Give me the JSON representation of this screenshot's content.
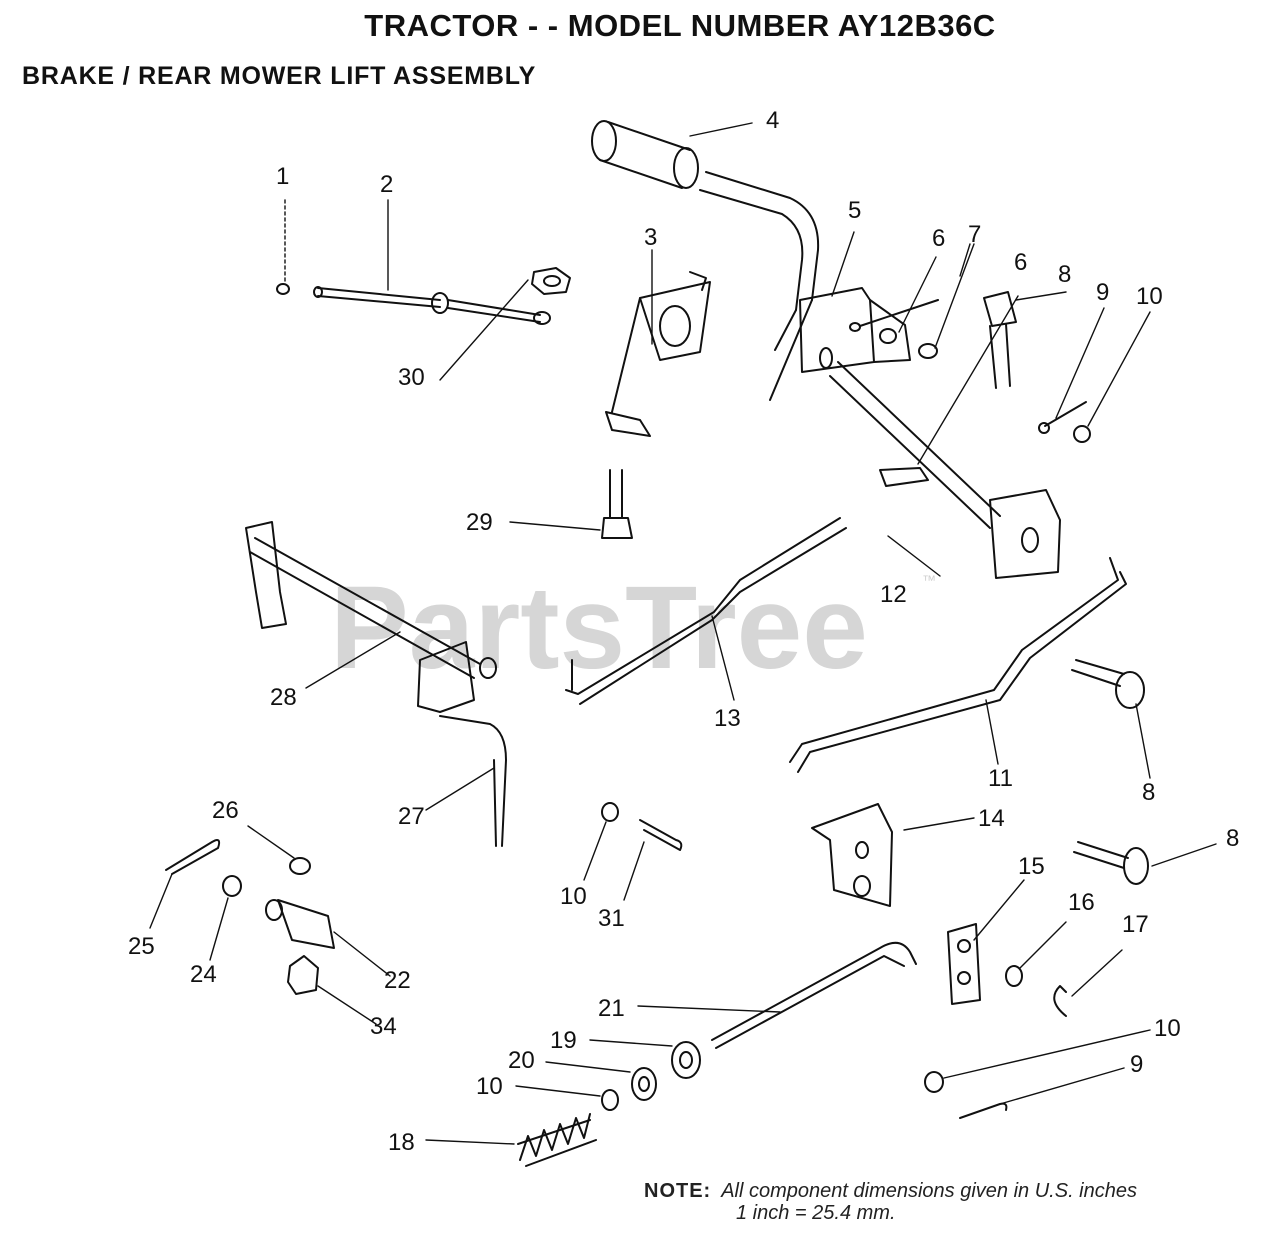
{
  "title": "TRACTOR - - MODEL NUMBER AY12B36C",
  "subtitle": "BRAKE / REAR MOWER LIFT ASSEMBLY",
  "watermark": {
    "text": "PartsTree",
    "trademark": "™",
    "color": "#d6d6d6"
  },
  "note": {
    "label": "NOTE:",
    "line1": "All component dimensions given in U.S. inches",
    "line2": "1 inch = 25.4 mm."
  },
  "callouts": [
    "1",
    "2",
    "3",
    "4",
    "5",
    "6",
    "7",
    "6",
    "8",
    "9",
    "10",
    "30",
    "29",
    "12",
    "28",
    "13",
    "11",
    "8",
    "27",
    "14",
    "8",
    "26",
    "10",
    "31",
    "15",
    "16",
    "17",
    "25",
    "24",
    "22",
    "34",
    "21",
    "10",
    "19",
    "20",
    "10",
    "9",
    "18"
  ]
}
